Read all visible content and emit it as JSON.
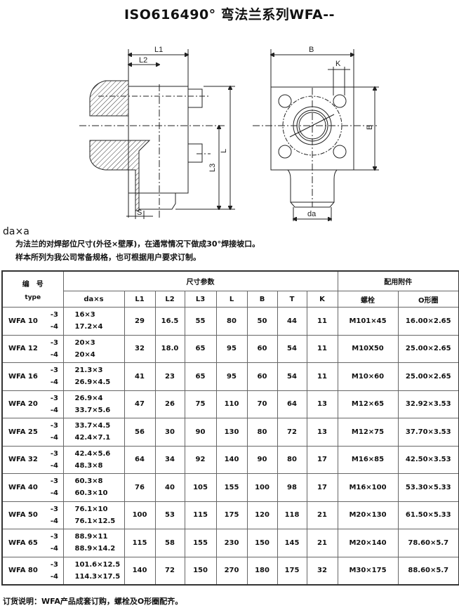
{
  "title": "ISO616490° 弯法兰系列WFA--",
  "drawing_labels": {
    "L1": "L1",
    "L2": "L2",
    "L3": "L3",
    "L": "L",
    "S": "S",
    "B": "B",
    "B2": "B",
    "K": "K",
    "da": "da"
  },
  "notes": {
    "heading": "da×a",
    "line1": "为法兰的对焊部位尺寸(外径×壁厚)，在通常情况下做成30°焊接坡口。",
    "line2": "样本所列为我公司常备规格，也可根据用户要求订制。"
  },
  "table": {
    "h_type": "编　号",
    "h_type_en": "type",
    "h_dims": "尺寸参数",
    "h_acc": "配用附件",
    "cols": [
      "da×s",
      "L1",
      "L2",
      "L3",
      "L",
      "B",
      "T",
      "K",
      "螺栓",
      "O形圈"
    ],
    "rows": [
      {
        "type": "WFA 10",
        "s1": "-3",
        "s2": "-4",
        "d1": "16×3",
        "d2": "17.2×4",
        "L1": "29",
        "L2": "16.5",
        "L3": "55",
        "L": "80",
        "B": "50",
        "T": "44",
        "K": "11",
        "bolt": "M101×45",
        "oring": "16.00×2.65"
      },
      {
        "type": "WFA 12",
        "s1": "-3",
        "s2": "-4",
        "d1": "20×3",
        "d2": "20×4",
        "L1": "32",
        "L2": "18.0",
        "L3": "65",
        "L": "95",
        "B": "60",
        "T": "54",
        "K": "11",
        "bolt": "M10X50",
        "oring": "25.00×2.65"
      },
      {
        "type": "WFA 16",
        "s1": "-3",
        "s2": "-4",
        "d1": "21.3×3",
        "d2": "26.9×4.5",
        "L1": "41",
        "L2": "23",
        "L3": "65",
        "L": "95",
        "B": "60",
        "T": "54",
        "K": "11",
        "bolt": "M10×60",
        "oring": "25.00×2.65"
      },
      {
        "type": "WFA 20",
        "s1": "-3",
        "s2": "-4",
        "d1": "26.9×4",
        "d2": "33.7×5.6",
        "L1": "47",
        "L2": "26",
        "L3": "75",
        "L": "110",
        "B": "70",
        "T": "64",
        "K": "13",
        "bolt": "M12×65",
        "oring": "32.92×3.53"
      },
      {
        "type": "WFA 25",
        "s1": "-3",
        "s2": "-4",
        "d1": "33.7×4.5",
        "d2": "42.4×7.1",
        "L1": "56",
        "L2": "30",
        "L3": "90",
        "L": "130",
        "B": "80",
        "T": "72",
        "K": "13",
        "bolt": "M12×75",
        "oring": "37.70×3.53"
      },
      {
        "type": "WFA 32",
        "s1": "-3",
        "s2": "-4",
        "d1": "42.4×5.6",
        "d2": "48.3×8",
        "L1": "64",
        "L2": "34",
        "L3": "92",
        "L": "140",
        "B": "90",
        "T": "80",
        "K": "17",
        "bolt": "M16×85",
        "oring": "42.50×3.53"
      },
      {
        "type": "WFA 40",
        "s1": "-3",
        "s2": "-4",
        "d1": "60.3×8",
        "d2": "60.3×10",
        "L1": "76",
        "L2": "40",
        "L3": "105",
        "L": "155",
        "B": "100",
        "T": "98",
        "K": "17",
        "bolt": "M16×100",
        "oring": "53.30×5.33"
      },
      {
        "type": "WFA 50",
        "s1": "-3",
        "s2": "-4",
        "d1": "76.1×10",
        "d2": "76.1×12.5",
        "L1": "100",
        "L2": "53",
        "L3": "115",
        "L": "175",
        "B": "120",
        "T": "118",
        "K": "21",
        "bolt": "M20×130",
        "oring": "61.50×5.33"
      },
      {
        "type": "WFA 65",
        "s1": "-3",
        "s2": "-4",
        "d1": "88.9×11",
        "d2": "88.9×14.2",
        "L1": "115",
        "L2": "58",
        "L3": "155",
        "L": "230",
        "B": "150",
        "T": "145",
        "K": "21",
        "bolt": "M20×140",
        "oring": "78.60×5.7"
      },
      {
        "type": "WFA 80",
        "s1": "-3",
        "s2": "-4",
        "d1": "101.6×12.5",
        "d2": "114.3×17.5",
        "L1": "140",
        "L2": "72",
        "L3": "150",
        "L": "270",
        "B": "180",
        "T": "175",
        "K": "32",
        "bolt": "M30×175",
        "oring": "88.60×5.7"
      }
    ]
  },
  "footer": "订货说明：WFA产品成套订购，螺栓及O形圈配齐。"
}
